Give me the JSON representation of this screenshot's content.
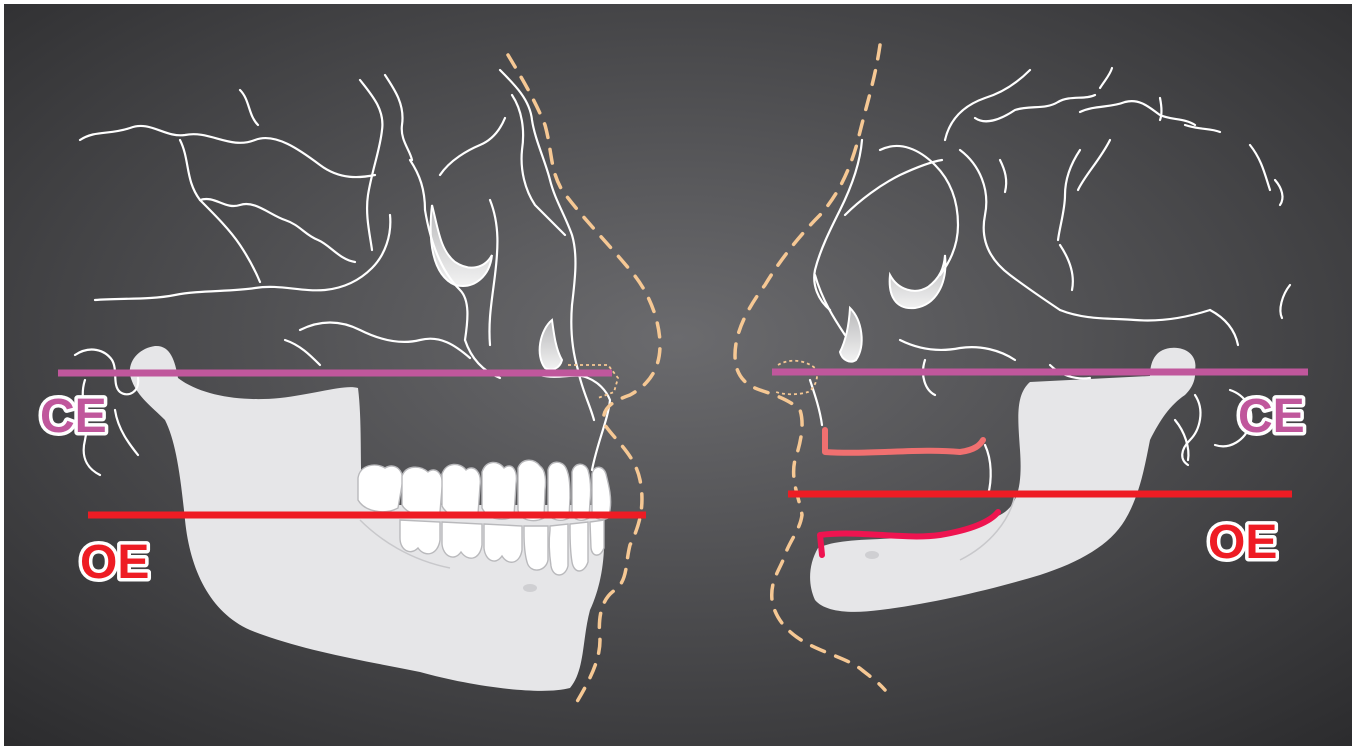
{
  "labels": {
    "left_ce": "CE",
    "left_oe": "OE",
    "right_ce": "CE",
    "right_oe": "OE"
  },
  "colors": {
    "background_center": "#6b6b6e",
    "background_edge": "#2b2b2d",
    "bone": "#e6e6e8",
    "sketch_line": "#ffffff",
    "soft_tissue_profile": "#f6c894",
    "ce_line": "#c0579c",
    "oe_line": "#ee1c24",
    "upper_ridge": "#f07070",
    "lower_ridge": "#ee1450"
  }
}
